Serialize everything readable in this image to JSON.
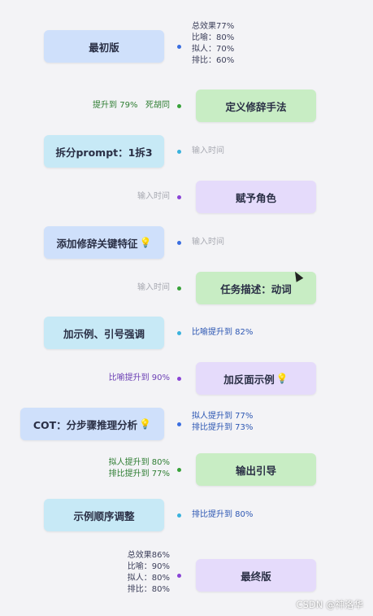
{
  "nodes": {
    "n1": "最初版",
    "n2": "定义修辞手法",
    "n3": "拆分prompt：1拆3",
    "n4": "赋予角色",
    "n5": "添加修辞关键特征",
    "n6": "任务描述：动词",
    "n7": "加示例、引号强调",
    "n8": "加反面示例",
    "n9": "COT：分步骤推理分析",
    "n10": "输出引导",
    "n11": "示例顺序调整",
    "n12": "最终版"
  },
  "notes": {
    "a1": "总效果77%",
    "a2": "比喻：80%",
    "a3": "拟人：70%",
    "a4": "排比：60%",
    "b1": "提升到 79%",
    "b2": "死胡同",
    "c1": "输入时间",
    "d1": "输入时间",
    "e1": "输入时间",
    "f1": "输入时间",
    "g1": "比喻提升到 82%",
    "h1": "比喻提升到 90%",
    "i1": "拟人提升到 77%",
    "i2": "排比提升到 73%",
    "j1": "拟人提升到 80%",
    "j2": "排比提升到 77%",
    "k1": "排比提升到 80%",
    "l1": "总效果86%",
    "l2": "比喻：90%",
    "l3": "拟人：80%",
    "l4": "排比：80%"
  },
  "watermark": "CSDN @神洛华",
  "icons": {
    "bulb": "lightbulb-icon",
    "cursor": "mouse-cursor-icon"
  }
}
